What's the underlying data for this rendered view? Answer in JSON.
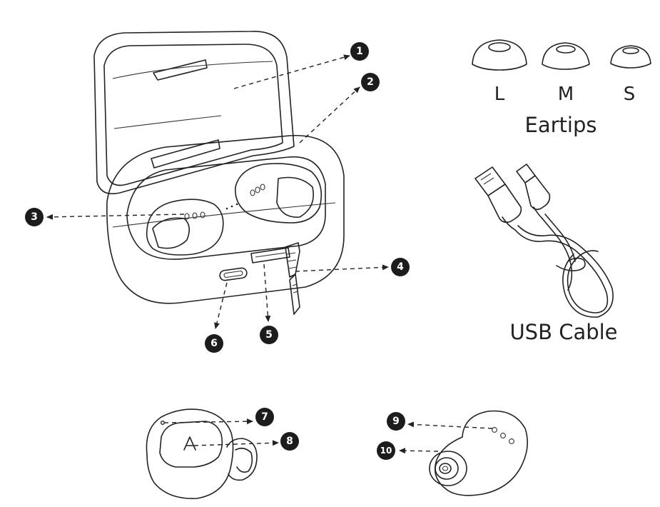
{
  "callouts": [
    "1",
    "2",
    "3",
    "4",
    "5",
    "6",
    "7",
    "8",
    "9",
    "10"
  ],
  "eartips": {
    "sizes": [
      "L",
      "M",
      "S"
    ],
    "caption": "Eartips"
  },
  "cable": {
    "caption": "USB Cable"
  },
  "colors": {
    "line": "#222222",
    "badge": "#1c1c1c",
    "badge_text": "#ffffff",
    "background": "#ffffff"
  }
}
